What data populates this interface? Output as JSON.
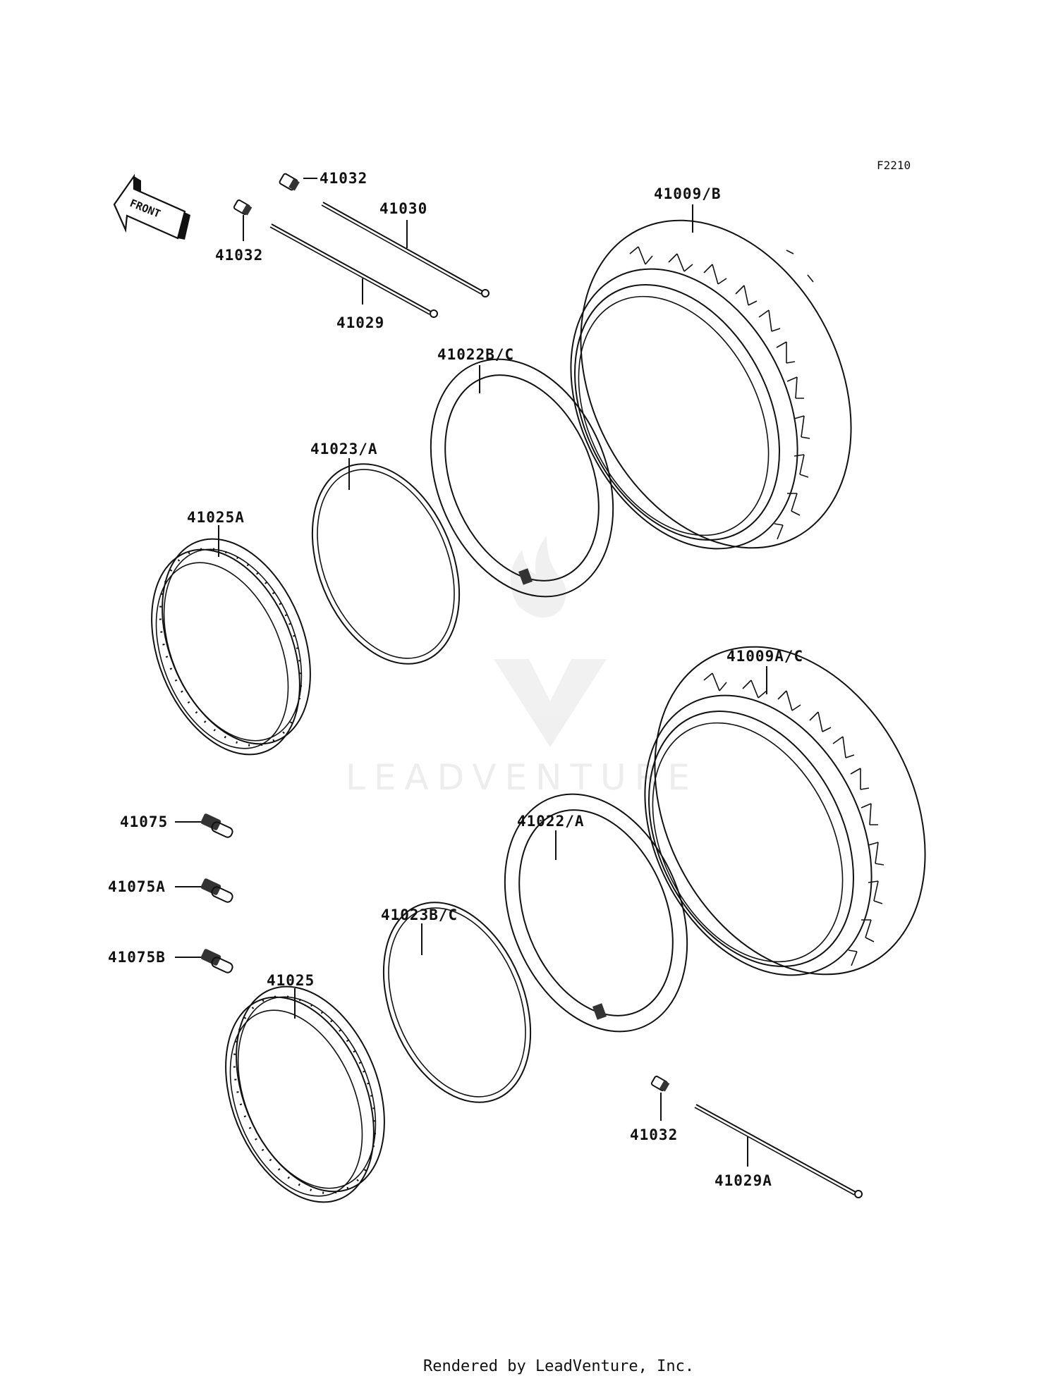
{
  "diagram_code": "F2210",
  "direction_label": "FRONT",
  "watermark": "LEADVENTURE",
  "footer": "Rendered by LeadVenture, Inc.",
  "parts": {
    "valve_top_right": "41032",
    "valve_top_left": "41032",
    "spoke_41030": "41030",
    "spoke_41029": "41029",
    "tire_front": "41009/B",
    "tube_front": "41022B/C",
    "rim_band_front": "41023/A",
    "rim_front": "41025A",
    "tire_rear": "41009A/C",
    "tube_rear": "41022/A",
    "rim_band_rear": "41023B/C",
    "rim_rear": "41025",
    "nipple_41075": "41075",
    "nipple_41075a": "41075A",
    "nipple_41075b": "41075B",
    "valve_bottom": "41032",
    "spoke_41029a": "41029A"
  }
}
